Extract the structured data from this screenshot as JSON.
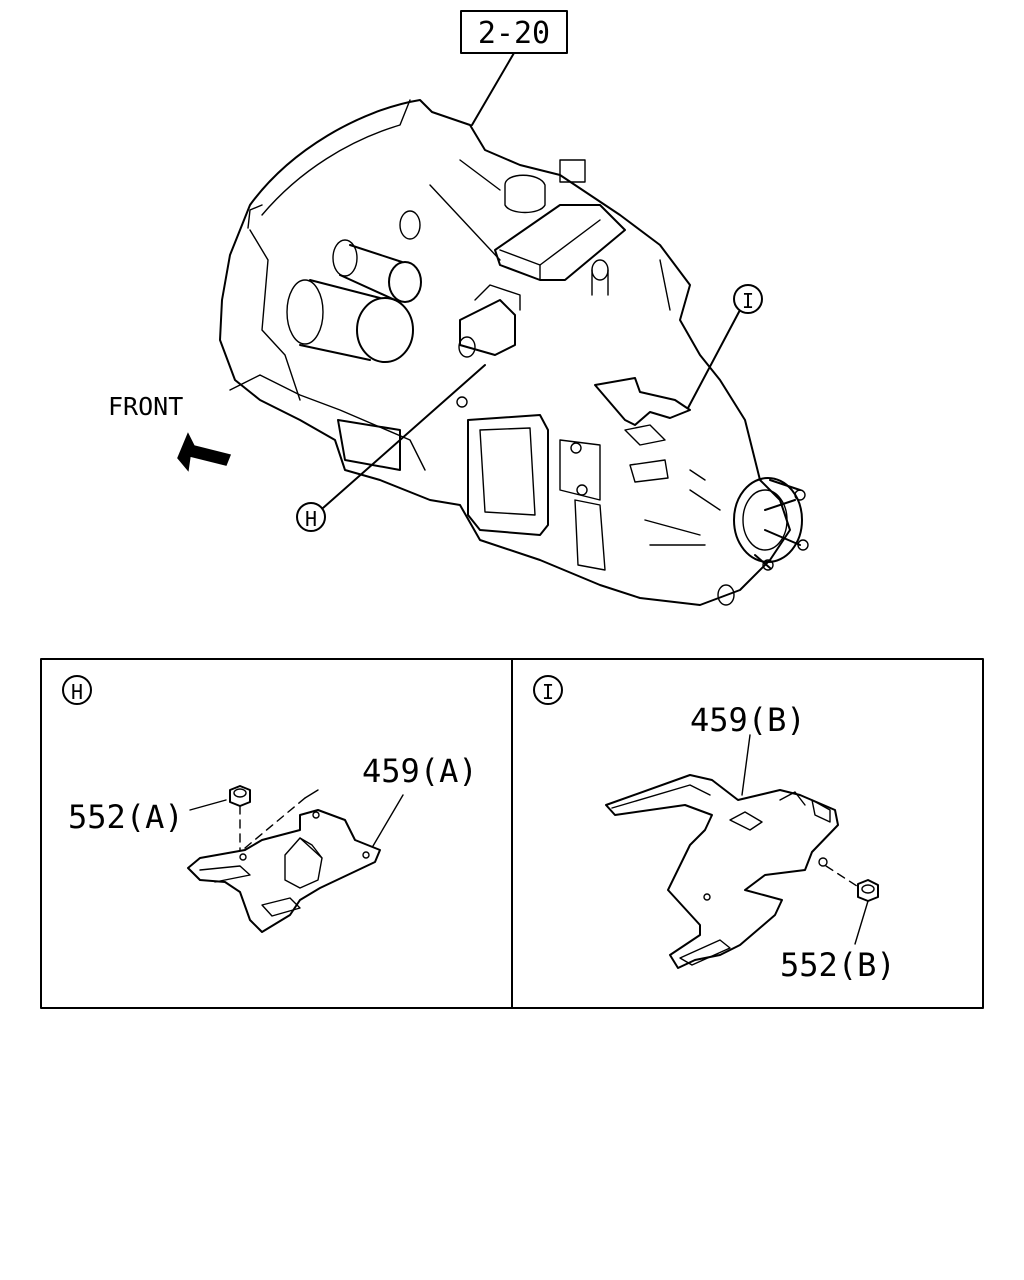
{
  "figure": {
    "ref_box": "2-20",
    "front_label": "FRONT",
    "callouts": {
      "h": "H",
      "i": "I"
    }
  },
  "detail_h": {
    "marker": "H",
    "part_bracket": "459(A)",
    "part_nut": "552(A)"
  },
  "detail_i": {
    "marker": "I",
    "part_bracket": "459(B)",
    "part_nut": "552(B)"
  },
  "colors": {
    "line": "#000000",
    "background": "#ffffff"
  }
}
